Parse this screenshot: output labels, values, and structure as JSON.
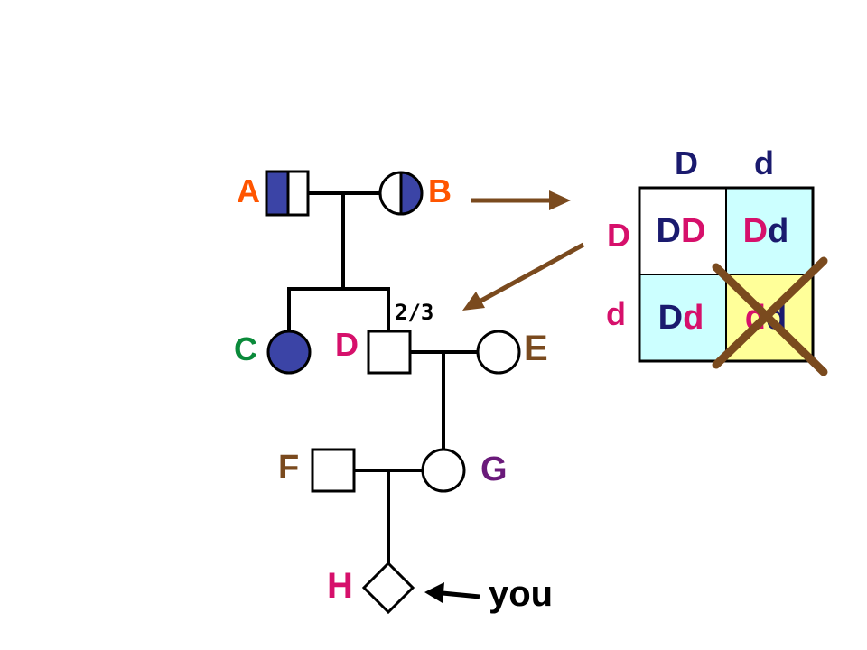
{
  "colors": {
    "affected": "#3b44a6",
    "navy": "#1a1a6e",
    "magenta": "#d6106b",
    "orange": "#ff5500",
    "green": "#0a8a3a",
    "purple": "#6a1a7a",
    "brown": "#7a4a1e",
    "cell_blue": "#ccffff",
    "cell_yellow": "#ffff99"
  },
  "pedigree": {
    "labels": {
      "A": "A",
      "B": "B",
      "C": "C",
      "D": "D",
      "E": "E",
      "F": "F",
      "G": "G",
      "H": "H"
    },
    "probability": "2/3",
    "you_label": "you"
  },
  "punnett": {
    "col_headers": [
      "D",
      "d"
    ],
    "row_headers": [
      "D",
      "d"
    ],
    "cells": [
      [
        {
          "a": "D",
          "b": "D",
          "fill": "white"
        },
        {
          "a": "D",
          "b": "d",
          "fill": "blue"
        }
      ],
      [
        {
          "a": "D",
          "b": "d",
          "fill": "blue"
        },
        {
          "a": "d",
          "b": "d",
          "fill": "yellow"
        }
      ]
    ]
  }
}
